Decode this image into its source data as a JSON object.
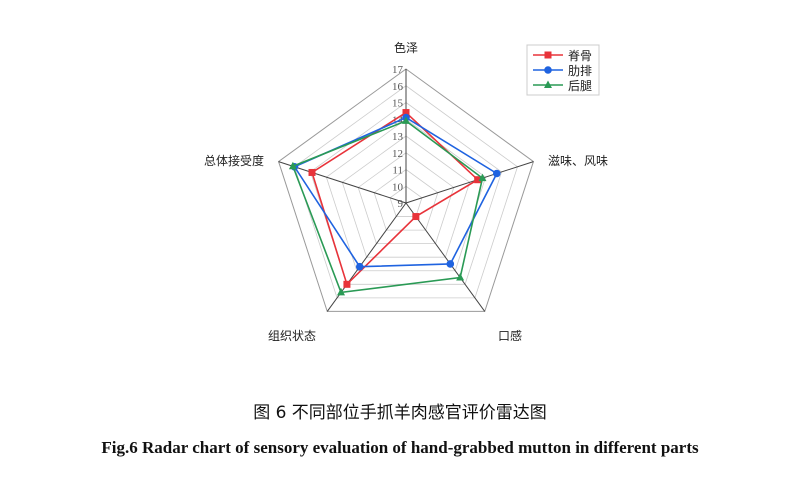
{
  "chart_data": {
    "type": "radar",
    "axes": [
      "色泽",
      "滋味、风味",
      "口感",
      "组织状态",
      "总体接受度"
    ],
    "range": [
      9,
      17
    ],
    "ticks": [
      "9",
      "10",
      "11",
      "12",
      "13",
      "14",
      "15",
      "16",
      "17"
    ],
    "series": [
      {
        "name": "脊骨",
        "color": "#e8333a",
        "marker": "square",
        "values": [
          14.4,
          13.5,
          10.0,
          15.0,
          14.9
        ]
      },
      {
        "name": "肋排",
        "color": "#1f63e0",
        "marker": "circle",
        "values": [
          14.1,
          14.7,
          13.5,
          13.7,
          16.0
        ]
      },
      {
        "name": "后腿",
        "color": "#2a9a55",
        "marker": "triangle",
        "values": [
          13.9,
          13.8,
          14.5,
          15.6,
          16.1
        ]
      }
    ],
    "legend": "top-right"
  },
  "caption": {
    "cn": "图 6  不同部位手抓羊肉感官评价雷达图",
    "en": "Fig.6 Radar chart of sensory evaluation of hand-grabbed mutton in different parts"
  }
}
